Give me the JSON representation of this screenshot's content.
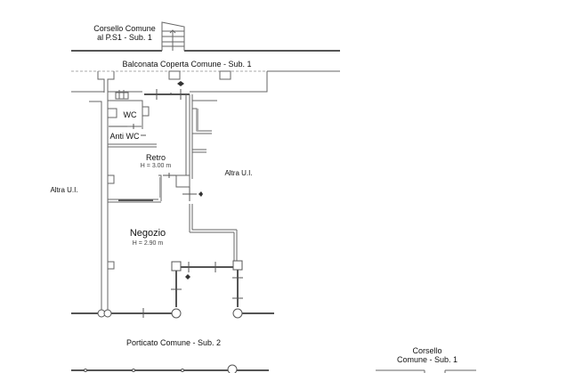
{
  "plan": {
    "labels": {
      "corsello_top_line1": "Corsello Comune",
      "corsello_top_line2": "al P.S1 - Sub. 1",
      "balconata": "Balconata  Coperta Comune - Sub. 1",
      "wc": "WC",
      "anti_wc": "Anti WC",
      "retro": "Retro",
      "retro_height": "H = 3.00 m",
      "negozio": "Negozio",
      "negozio_height": "H = 2.90 m",
      "altra_ui_left": "Altra U.I.",
      "altra_ui_right": "Altra U.I.",
      "porticato": "Porticato Comune - Sub. 2",
      "corsello_bottom_line1": "Corsello",
      "corsello_bottom_line2": "Comune - Sub. 1"
    },
    "colors": {
      "wall": "#555555",
      "light_wall": "#aaaaaa",
      "text": "#111111"
    }
  }
}
